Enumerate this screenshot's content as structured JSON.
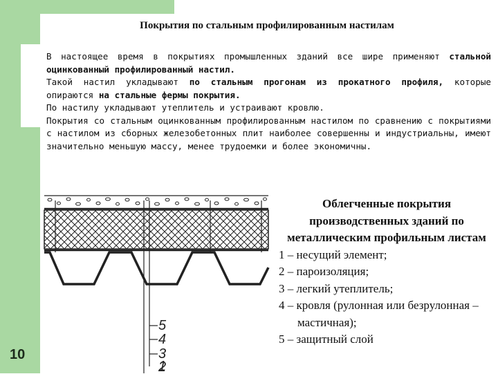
{
  "slide": {
    "page_number": "10",
    "title": "Покрытия по стальным профилированным настилам"
  },
  "intro": {
    "p1_a": "В настоящее время в покрытиях промышленных зданий все шире применяют ",
    "p1_b": "стальной оцинкованный профилированный настил.",
    "p2_a": "Такой настил укладывают ",
    "p2_b": "по стальным прогонам из прокатного профиля,",
    "p2_c": " которые опираются ",
    "p2_d": "на стальные фермы покрытия.",
    "p3": "По настилу укладывают утеплитель и устраивают кровлю.",
    "p4": "Покрытия со стальным оцинкованным профилированным настилом по сравнению с покрытиями с настилом из сборных железобетонных плит наиболее совершенны и индустриальны, имеют значительно меньшую массу, менее трудоемки и более экономичны."
  },
  "diagram": {
    "labels": [
      "5",
      "4",
      "3",
      "2",
      "1"
    ]
  },
  "caption": {
    "title": "Облегченные покрытия производственных зданий по металлическим профильным листам",
    "items": [
      "1 – несущий элемент;",
      "2 – пароизоляция;",
      "3 – легкий утеплитель;",
      "4 – кровля (рулонная или безрулонная – мастичная);",
      "5 – защитный слой"
    ]
  }
}
